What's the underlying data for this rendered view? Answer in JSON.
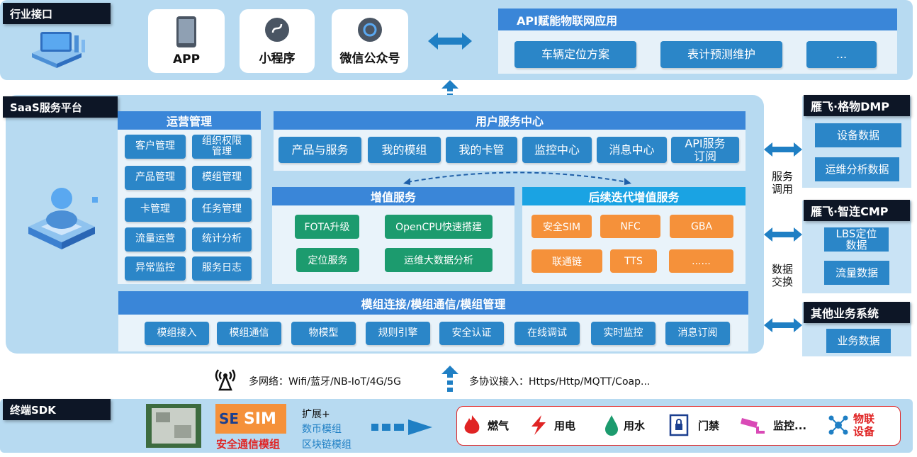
{
  "industry": {
    "tag": "行业接口",
    "cards": [
      "APP",
      "小程序",
      "微信公众号"
    ],
    "api_title": "API赋能物联网应用",
    "api_items": [
      "车辆定位方案",
      "表计预测维护",
      "..."
    ]
  },
  "saas": {
    "tag": "SaaS服务平台",
    "ops": {
      "title": "运营管理",
      "items": [
        "客户管理",
        "组织权限管理",
        "产品管理",
        "模组管理",
        "卡管理",
        "任务管理",
        "流量运营",
        "统计分析",
        "异常监控",
        "服务日志"
      ]
    },
    "user_center": {
      "title": "用户服务中心",
      "items": [
        "产品与服务",
        "我的模组",
        "我的卡管",
        "监控中心",
        "消息中心",
        "API服务订阅"
      ]
    },
    "value_added": {
      "title": "增值服务",
      "items": [
        "FOTA升级",
        "OpenCPU快速搭建",
        "定位服务",
        "运维大数据分析"
      ]
    },
    "iterative": {
      "title": "后续迭代增值服务",
      "items": [
        "安全SIM",
        "NFC",
        "GBA",
        "联通链",
        "TTS",
        "......"
      ]
    },
    "module": {
      "title": "模组连接/模组通信/模组管理",
      "items": [
        "模组接入",
        "模组通信",
        "物模型",
        "规则引擎",
        "安全认证",
        "在线调试",
        "实时监控",
        "消息订阅"
      ]
    }
  },
  "right": {
    "dmp": {
      "title": "雁飞·格物DMP",
      "items": [
        "设备数据",
        "运维分析数据"
      ]
    },
    "cmp": {
      "title": "雁飞·智连CMP",
      "items": [
        "LBS定位数据",
        "流量数据"
      ]
    },
    "other": {
      "title": "其他业务系统",
      "items": [
        "业务数据"
      ]
    },
    "label_service": "服务调用",
    "label_data": "数据交换"
  },
  "network": {
    "multi_network": "多网络：Wifi/蓝牙/NB-IoT/4G/5G",
    "multi_protocol": "多协议接入：Https/Http/MQTT/Coap..."
  },
  "sdk": {
    "tag": "终端SDK",
    "sim_left": "SE",
    "sim_right": "SIM",
    "sim_caption": "安全通信模组",
    "extend_title": "扩展+",
    "extend_items": [
      "数币模组",
      "区块链模组"
    ],
    "devices": [
      "燃气",
      "用电",
      "用水",
      "门禁",
      "监控...",
      "物联设备"
    ]
  },
  "colors": {
    "accent": "#2b86c8",
    "header": "#3a86d8",
    "green": "#1c9b6e",
    "orange": "#f5913a",
    "red": "#e02424"
  }
}
